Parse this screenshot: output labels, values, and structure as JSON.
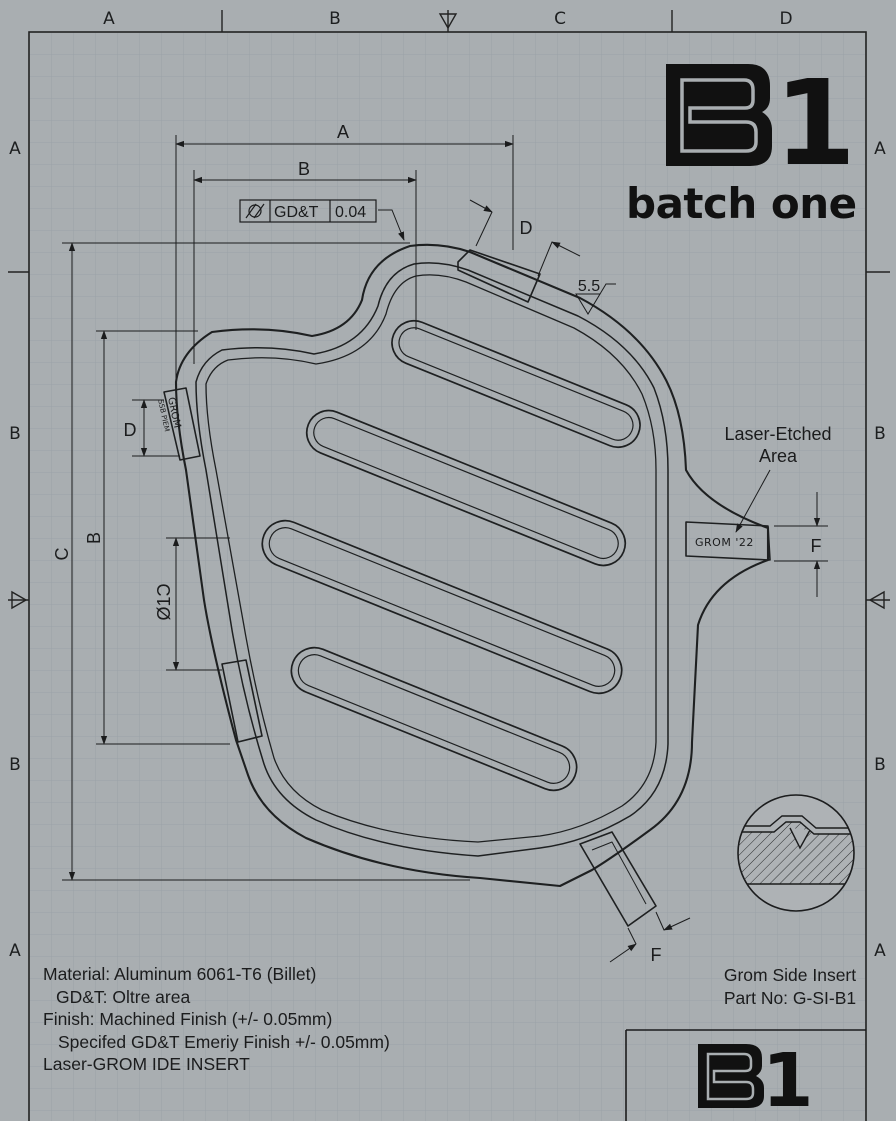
{
  "border": {
    "columns": [
      "A",
      "B",
      "C",
      "D"
    ],
    "rows_left": [
      "A",
      "B",
      "B",
      "A"
    ],
    "rows_right": [
      "A",
      "B",
      "B",
      "A"
    ]
  },
  "brand": {
    "logo_letter": "B",
    "logo_digit": "1",
    "wordmark": "batch one"
  },
  "dimensions": {
    "a": "A",
    "b_top": "B",
    "b_side": "B",
    "c": "C",
    "d_top": "D",
    "d_side": "D",
    "diameter": "Ø1Ɔ",
    "f_right": "F",
    "f_bottom": "F",
    "surface_finish": "5.5",
    "gdt_label": "GD&T",
    "gdt_value": "0.04"
  },
  "annotations": {
    "laser_etched_line1": "Laser-Etched",
    "laser_etched_line2": "Area",
    "etch_side_right": "GROM '22",
    "etch_side_left_title": "GROM",
    "etch_side_left_sub": "SSB PIEM"
  },
  "notes": [
    "Material: Aluminum 6061-T6 (Billet)",
    "GD&T: Oltre area",
    "Finish: Machined Finish (+/- 0.05mm)",
    "Specifed GD&T Emeriy Finish +/- 0.05mm)",
    "Laser-GROM IDE INSERT"
  ],
  "title_block": {
    "part_name": "Grom Side Insert",
    "part_number": "Part No: G-SI-B1"
  },
  "colors": {
    "paper": "#a9aeb1",
    "ink": "#1b1c1d",
    "grid": "#98a0a5"
  }
}
